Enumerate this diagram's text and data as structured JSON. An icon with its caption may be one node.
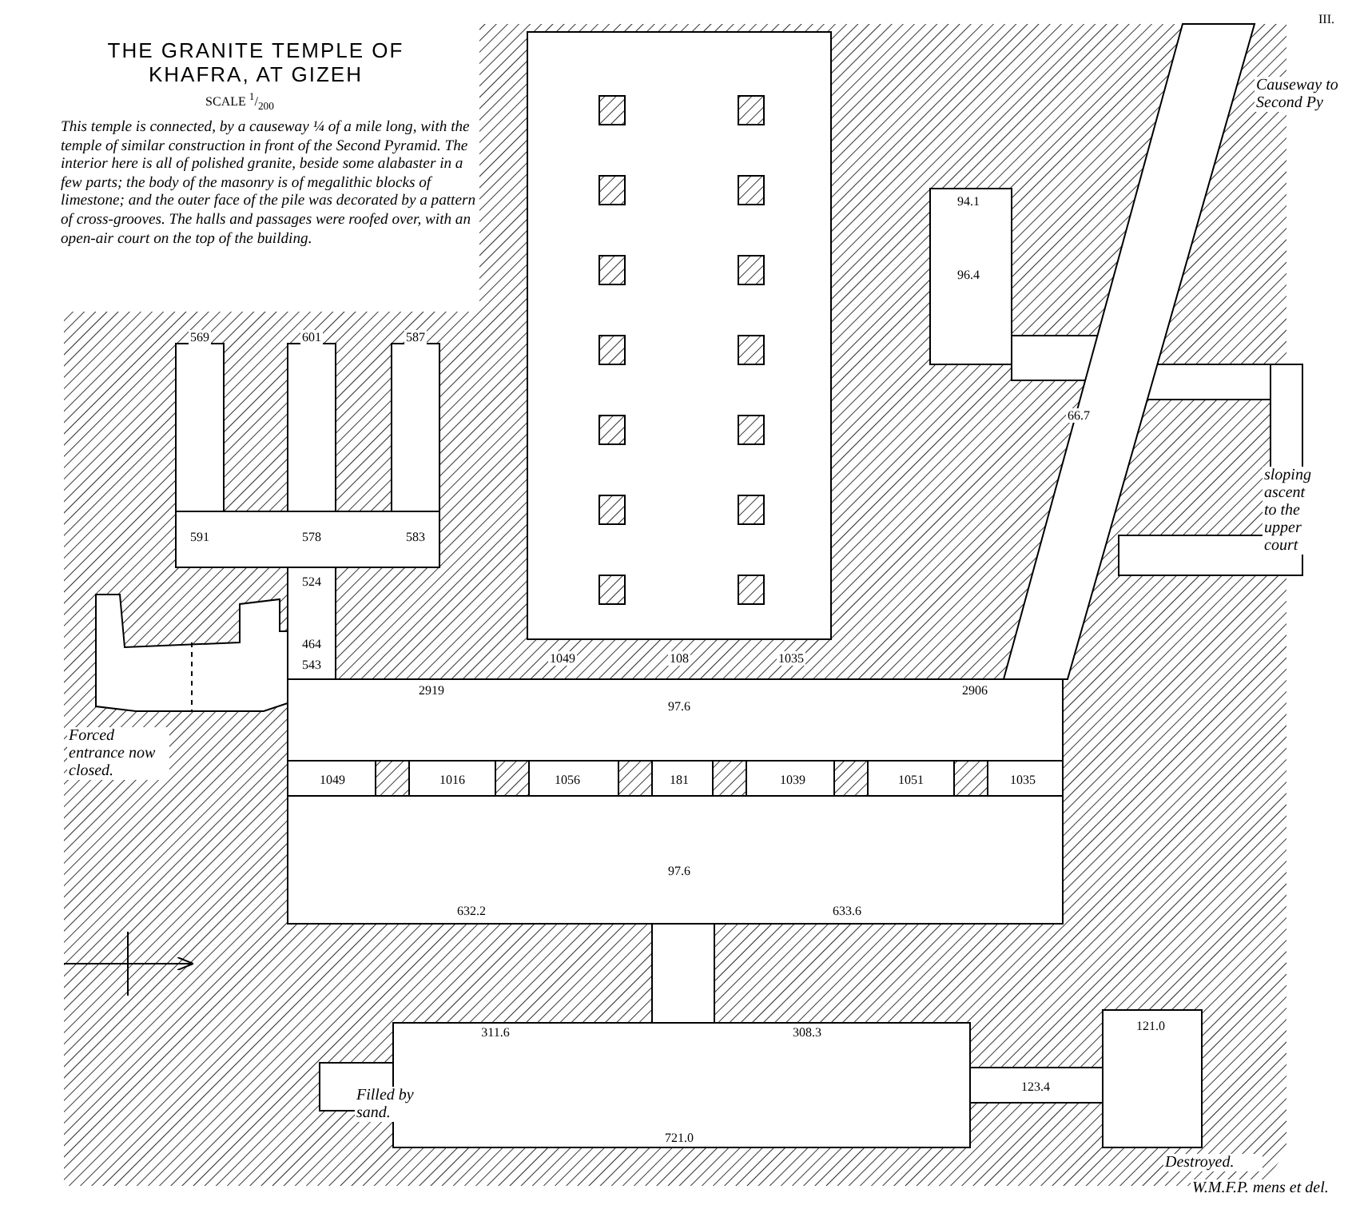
{
  "diagram": {
    "title": "THE GRANITE TEMPLE OF KHAFRA, AT GIZEH",
    "caption": "This temple is connected, by a causeway ¼ of a mile long, with the temple of similar construction in front of the Second Pyramid. The interior here is all of polished granite, beside some alabaster in a few parts; the body of the masonry is of megalithic blocks of limestone; and the outer face of the pile was decorated by a pattern of cross-grooves. The halls and passages were roofed over, with an open-air court on the top of the building.",
    "labels": [
      "III.",
      "SCALE $^{1}$/$_{200}$",
      "Causeway to Second Py",
      "sloping ascent to the upper court",
      "Forced entrance now closed.",
      "Filled by sand.",
      "Destroyed.",
      "W.M.F.P. mens et del.",
      "569",
      "601",
      "587",
      "591",
      "578",
      "583",
      "524",
      "464",
      "543",
      "2919",
      "2906",
      "1049",
      "108",
      "1035",
      "97.6",
      "1049",
      "1016",
      "1056",
      "181",
      "1039",
      "1051",
      "1035",
      "97.6",
      "632.2",
      "633.6",
      "311.6",
      "308.3",
      "721.0",
      "121.0",
      "123.4",
      "96.4",
      "94.1",
      "66.7"
    ]
  }
}
